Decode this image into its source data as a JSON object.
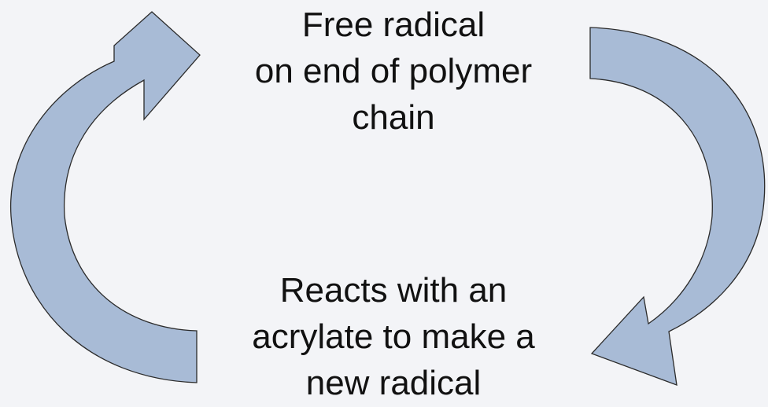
{
  "diagram": {
    "nodes": [
      {
        "id": "free-radical",
        "lines": [
          "Free radical",
          "on end of polymer",
          "chain"
        ]
      },
      {
        "id": "reacts-with-acrylate",
        "lines": [
          "Reacts with an",
          "acrylate to make a",
          "new radical"
        ]
      }
    ],
    "edges": [
      {
        "from": "free-radical",
        "to": "reacts-with-acrylate",
        "style": "curved-arrow"
      },
      {
        "from": "reacts-with-acrylate",
        "to": "free-radical",
        "style": "curved-arrow"
      }
    ],
    "colors": {
      "background": "#f3f4f7",
      "arrow_fill": "#a8bbd6",
      "arrow_stroke": "#2b2b2b",
      "text": "#111111"
    }
  }
}
